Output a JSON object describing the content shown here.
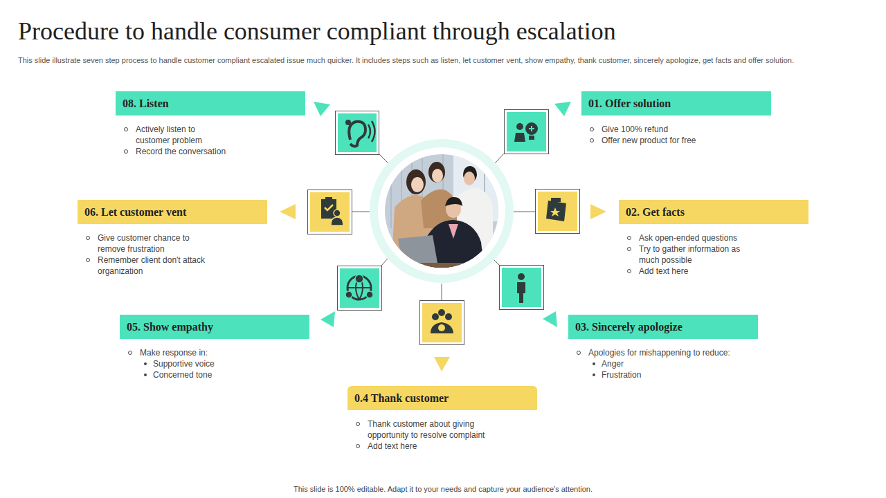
{
  "diagram": {
    "title": "Procedure to handle consumer compliant through escalation",
    "caption": "This slide is 100% editable. Adapt it to your needs and capture your audience's attention.",
    "nodes": [
      {
        "text": [
          "08. Listen",
          "Actively listen to customer problem",
          "Record the conversation"
        ]
      },
      {
        "text": [
          "01. Offer solution",
          "Give 100% refund",
          "Offer new product for free"
        ]
      },
      {
        "text": [
          "06. Let customer vent",
          "Give customer chance to remove frustration",
          "Remember client don't attack organization"
        ]
      },
      {
        "text": [
          "02. Get facts",
          "Ask open-ended questions",
          "Try to gather information as much possible",
          "Add text here"
        ]
      },
      {
        "text": [
          "05. Show empathy",
          "Make response in:",
          "Supportive voice",
          "Concerned tone"
        ]
      },
      {
        "text": [
          "03. Sincerely apologize",
          "Apologies for mishappening to reduce:",
          "Anger",
          "Frustration"
        ]
      },
      {
        "text": [
          "0.4 Thank customer",
          "Thank customer about giving opportunity to resolve complaint",
          "Add text here"
        ]
      }
    ],
    "labels": [
      "This slide illustrate seven step process to handle customer compliant escalated issue much quicker. It includes steps such as listen, let customer vent, show empathy, thank customer, sincerely apologize, get facts and offer solution."
    ]
  }
}
